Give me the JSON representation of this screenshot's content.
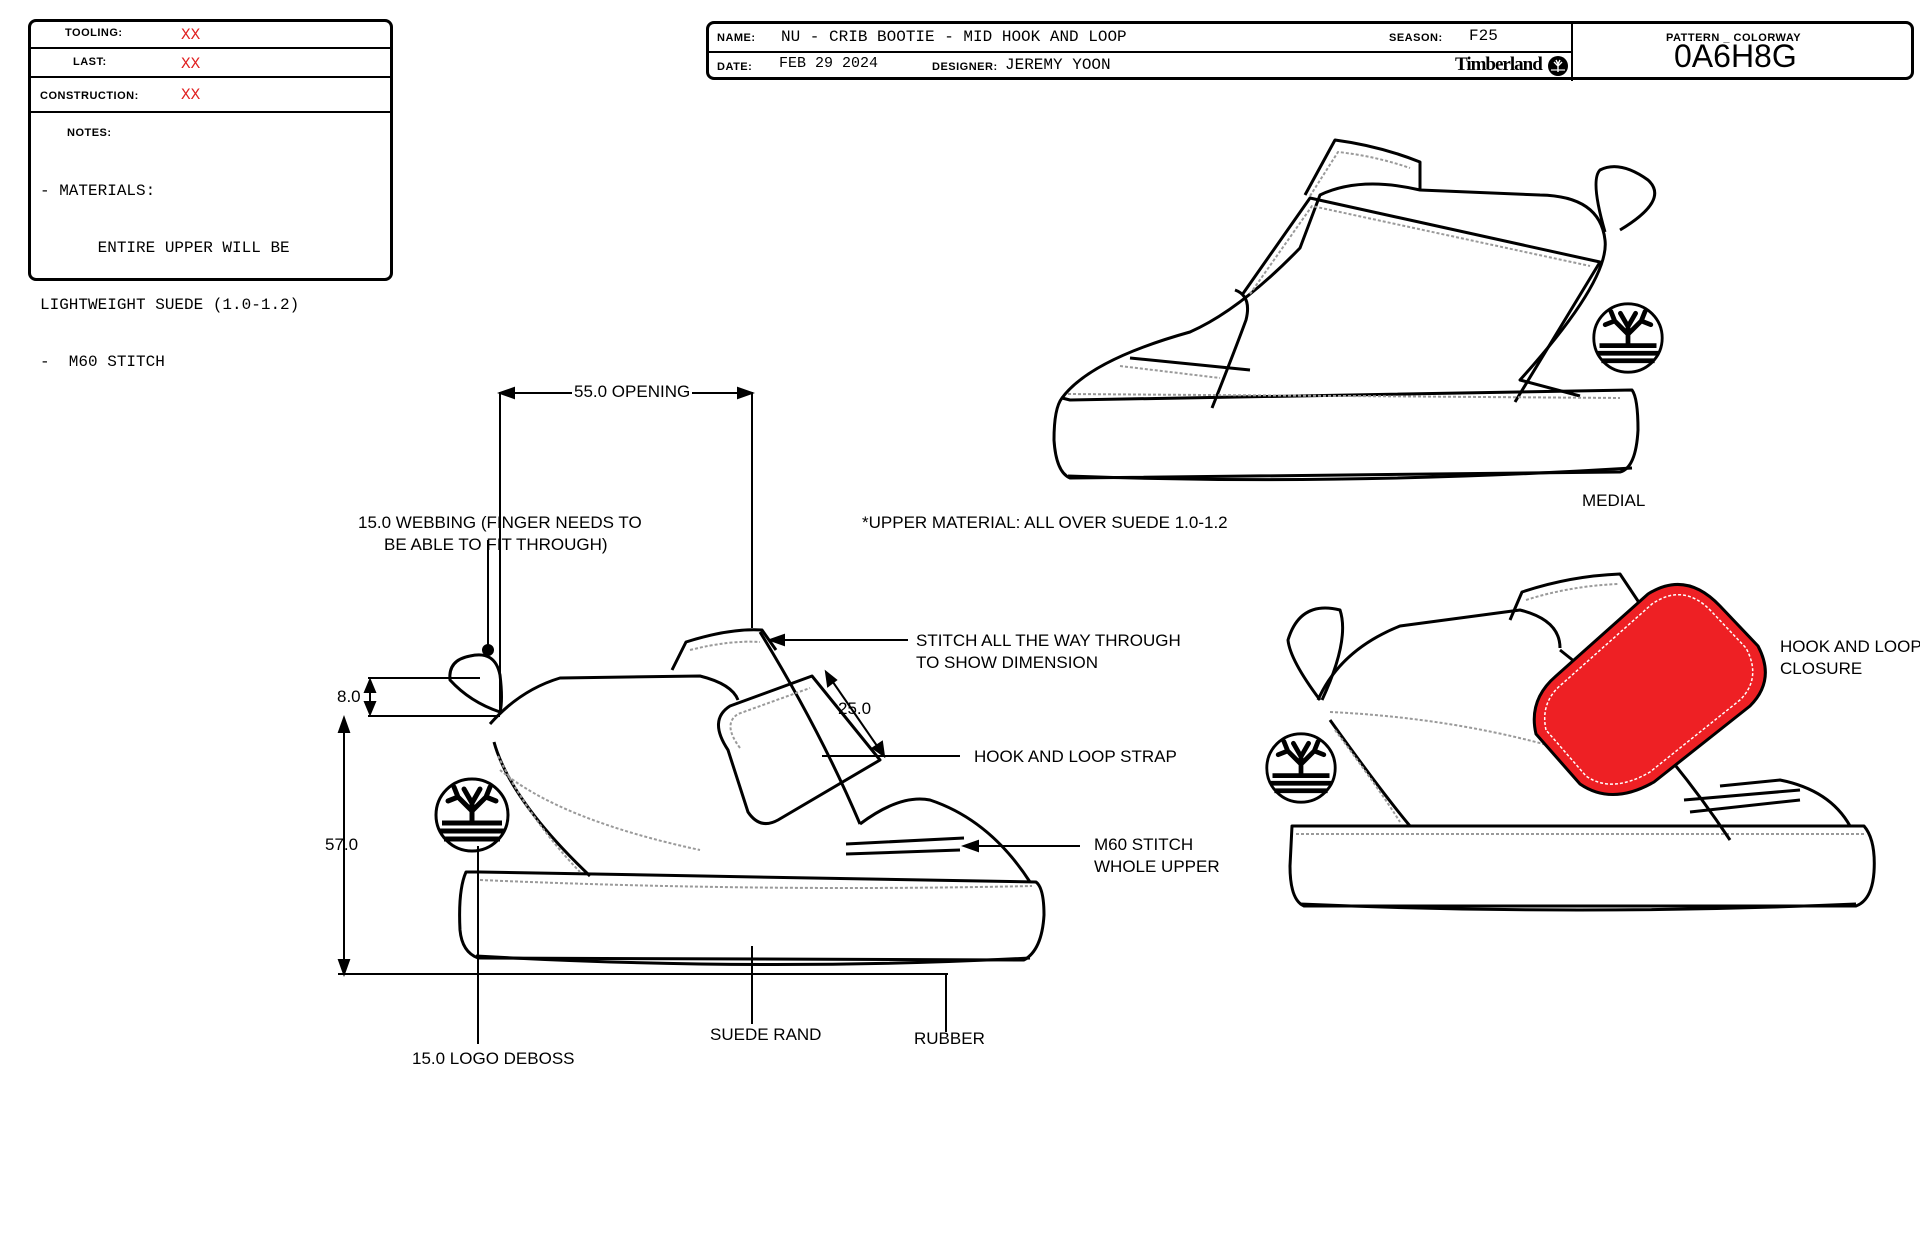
{
  "spec_box": {
    "tooling_label": "TOOLING:",
    "tooling_value": "XX",
    "last_label": "LAST:",
    "last_value": "XX",
    "construction_label": "CONSTRUCTION:",
    "construction_value": "XX",
    "notes_label": "NOTES:",
    "notes_lines": [
      "- MATERIALS:",
      "      ENTIRE UPPER WILL BE",
      "LIGHTWEIGHT SUEDE (1.0-1.2)",
      "-  M60 STITCH"
    ]
  },
  "title_block": {
    "name_label": "NAME:",
    "name_value": "NU - CRIB BOOTIE - MID HOOK AND LOOP",
    "season_label": "SEASON:",
    "season_value": "F25",
    "date_label": "DATE:",
    "date_value": "FEB 29 2024",
    "designer_label": "DESIGNER:",
    "designer_value": "JEREMY YOON",
    "brand": "Timberland",
    "pattern_label": "PATTERN _ COLORWAY",
    "pattern_value": "0A6H8G"
  },
  "annotations": {
    "opening": "55.0 OPENING",
    "webbing_line1": "15.0 WEBBING (FINGER NEEDS TO",
    "webbing_line2": "BE ABLE TO FIT THROUGH)",
    "upper_material": "*UPPER MATERIAL: ALL OVER SUEDE 1.0-1.2",
    "medial": "MEDIAL",
    "stitch_line1": "STITCH ALL THE WAY THROUGH",
    "stitch_line2": "TO SHOW DIMENSION",
    "strap_width": "25.0",
    "hook_loop_strap": "HOOK AND LOOP STRAP",
    "dim_8": "8.0",
    "dim_57": "57.0",
    "m60_line1": "M60 STITCH",
    "m60_line2": "WHOLE UPPER",
    "suede_rand": "SUEDE RAND",
    "rubber": "RUBBER",
    "logo_deboss": "15.0 LOGO DEBOSS",
    "closure_line1": "HOOK AND LOOP",
    "closure_line2": "CLOSURE"
  },
  "colors": {
    "line": "#000000",
    "spec_value": "#e02020",
    "closure_fill": "#ee2024",
    "stitch": "#9a9a9a"
  },
  "icons": [
    "timberland-tree-logo-icon"
  ]
}
